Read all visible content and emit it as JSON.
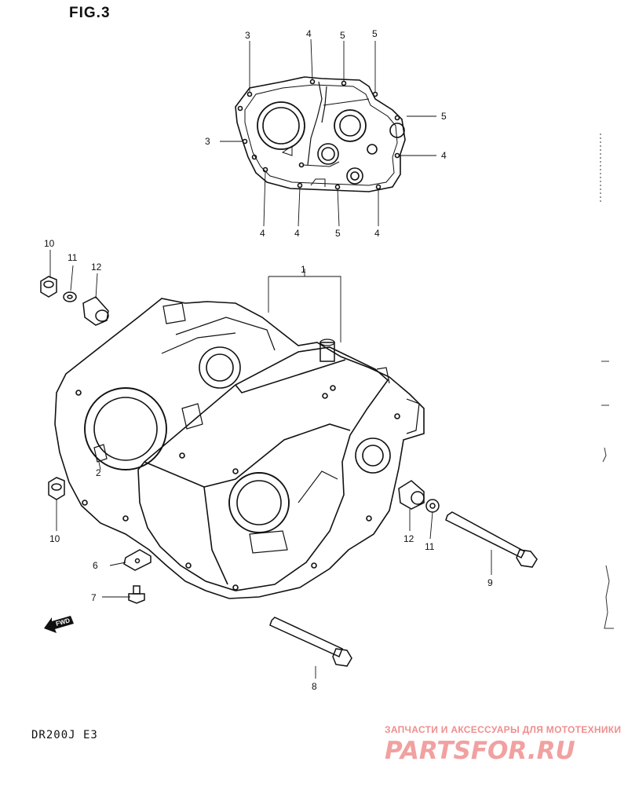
{
  "figure": {
    "title": "FIG.3",
    "model_code": "DR200J  E3"
  },
  "watermark": {
    "tagline": "ЗАПЧАСТИ И АКСЕССУАРЫ ДЛЯ МОТОТЕХНИКИ",
    "brand": "PARTSFOR.RU",
    "color": "#f2a0a0"
  },
  "fwd_label": "FWD",
  "callouts": {
    "p1": "1",
    "p2": "2",
    "p3a": "3",
    "p3b": "3",
    "p4a": "4",
    "p4b": "4",
    "p4c": "4",
    "p4d": "4",
    "p4e": "4",
    "p5a": "5",
    "p5b": "5",
    "p5c": "5",
    "p5d": "5",
    "p6": "6",
    "p7": "7",
    "p8": "8",
    "p9": "9",
    "p10a": "10",
    "p10b": "10",
    "p11a": "11",
    "p11b": "11",
    "p12a": "12",
    "p12b": "12"
  }
}
